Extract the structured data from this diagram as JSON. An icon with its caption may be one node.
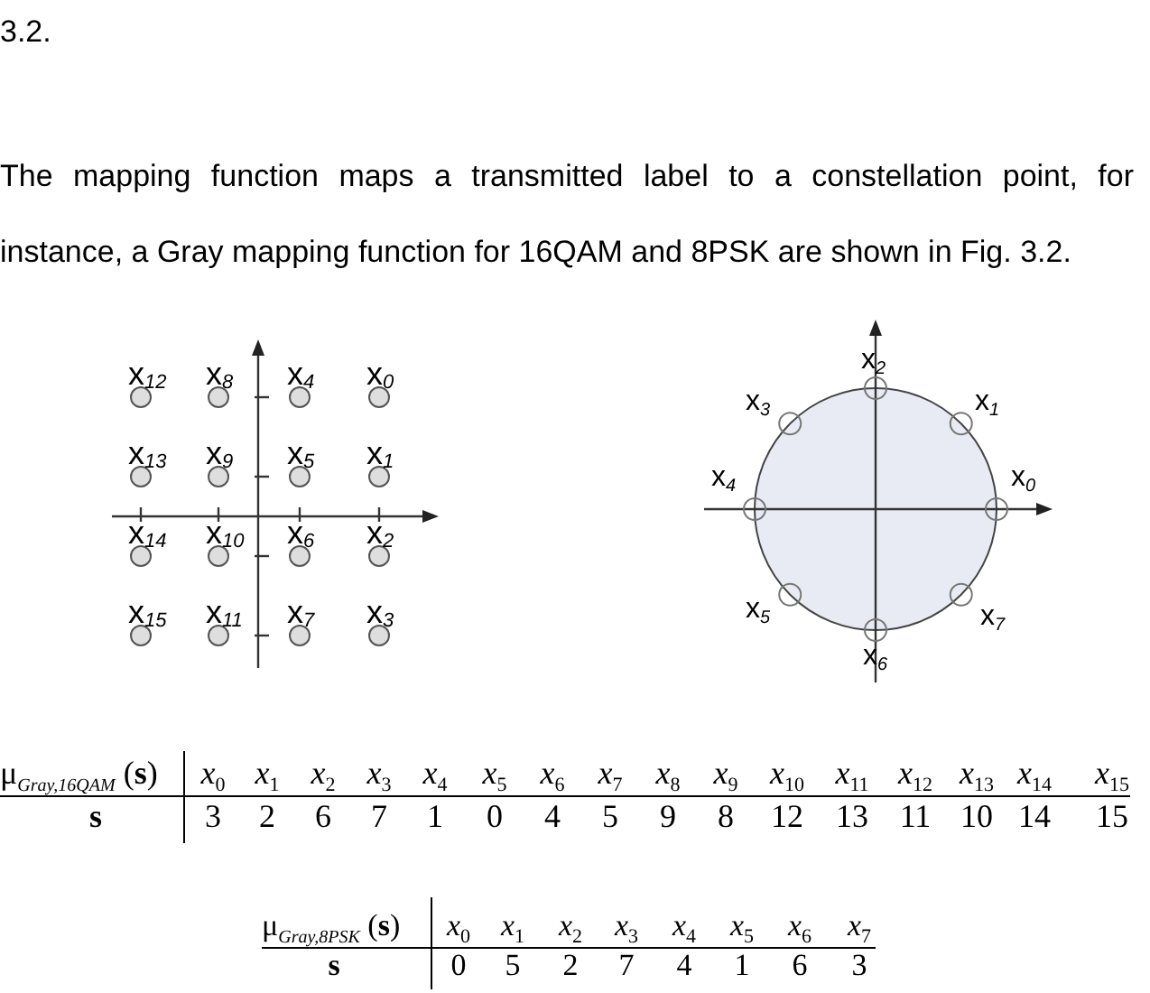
{
  "diagram": {
    "labels": [
      "3.2.",
      "The mapping function maps a transmitted label to a constellation point, for instance, a Gray mapping function for 16QAM and 8PSK are shown in Fig. 3.2.",
      "x$_{12}$",
      "x$_{8}$",
      "x$_{4}$",
      "x$_{0}$",
      "x$_{13}$",
      "x$_{9}$",
      "x$_{5}$",
      "x$_{1}$",
      "x$_{14}$",
      "x$_{10}$",
      "x$_{6}$",
      "x$_{2}$",
      "x$_{15}$",
      "x$_{11}$",
      "x$_{7}$",
      "x$_{3}$",
      "x$_{2}$",
      "x$_{3}$",
      "x$_{1}$",
      "x$_{4}$",
      "x$_{0}$",
      "x$_{5}$",
      "x$_{7}$",
      "x$_{6}$",
      "μ$_{Gray,16QAM}$ (**s**)",
      "*x*$_{0}$",
      "*x*$_{1}$",
      "*x*$_{2}$",
      "*x*$_{3}$",
      "*x*$_{4}$",
      "*x*$_{5}$",
      "*x*$_{6}$",
      "*x*$_{7}$",
      "*x*$_{8}$",
      "*x*$_{9}$",
      "*x*$_{10}$",
      "*x*$_{11}$",
      "*x*$_{12}$",
      "*x*$_{13}$",
      "*x*$_{14}$",
      "*x*$_{15}$",
      "s",
      "3",
      "2",
      "6",
      "7",
      "1",
      "0",
      "4",
      "5",
      "9",
      "8",
      "12",
      "13",
      "11",
      "10",
      "14",
      "15",
      "μ$_{Gray,8PSK}$ (**s**)",
      "*x*$_{0}$",
      "*x*$_{1}$",
      "*x*$_{2}$",
      "*x*$_{3}$",
      "*x*$_{4}$",
      "*x*$_{5}$",
      "*x*$_{6}$",
      "*x*$_{7}$",
      "s",
      "0",
      "5",
      "2",
      "7",
      "4",
      "1",
      "6",
      "3"
    ]
  }
}
